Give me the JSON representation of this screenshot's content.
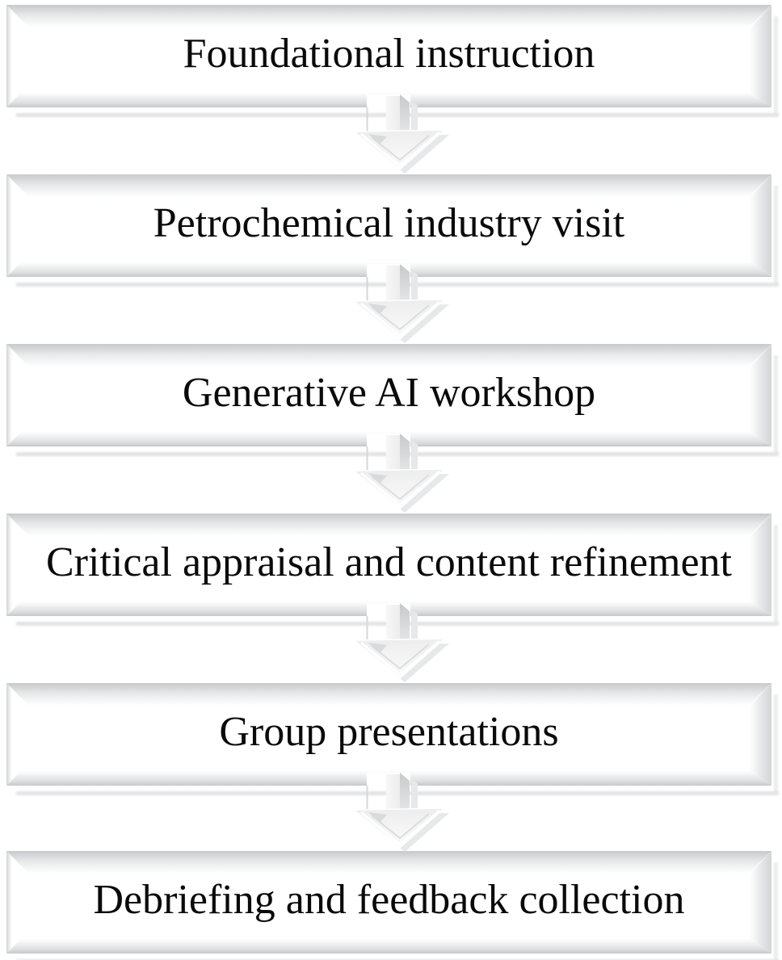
{
  "diagram": {
    "type": "flowchart",
    "direction": "top-down",
    "connector": "down-block-arrow",
    "steps": [
      "Foundational instruction",
      "Petrochemical industry visit",
      "Generative AI workshop",
      "Critical appraisal and content refinement",
      "Group presentations",
      "Debriefing and feedback collection"
    ],
    "colors": {
      "background": "#ffffff",
      "box_fill": "#ffffff",
      "bevel_gray": "#c7c9cb",
      "edge_gray": "#c6c8ca",
      "shadow_gray": "#e3e4e5",
      "arrow_gray": "#d6d7d8",
      "text": "#0a0a0a"
    }
  }
}
